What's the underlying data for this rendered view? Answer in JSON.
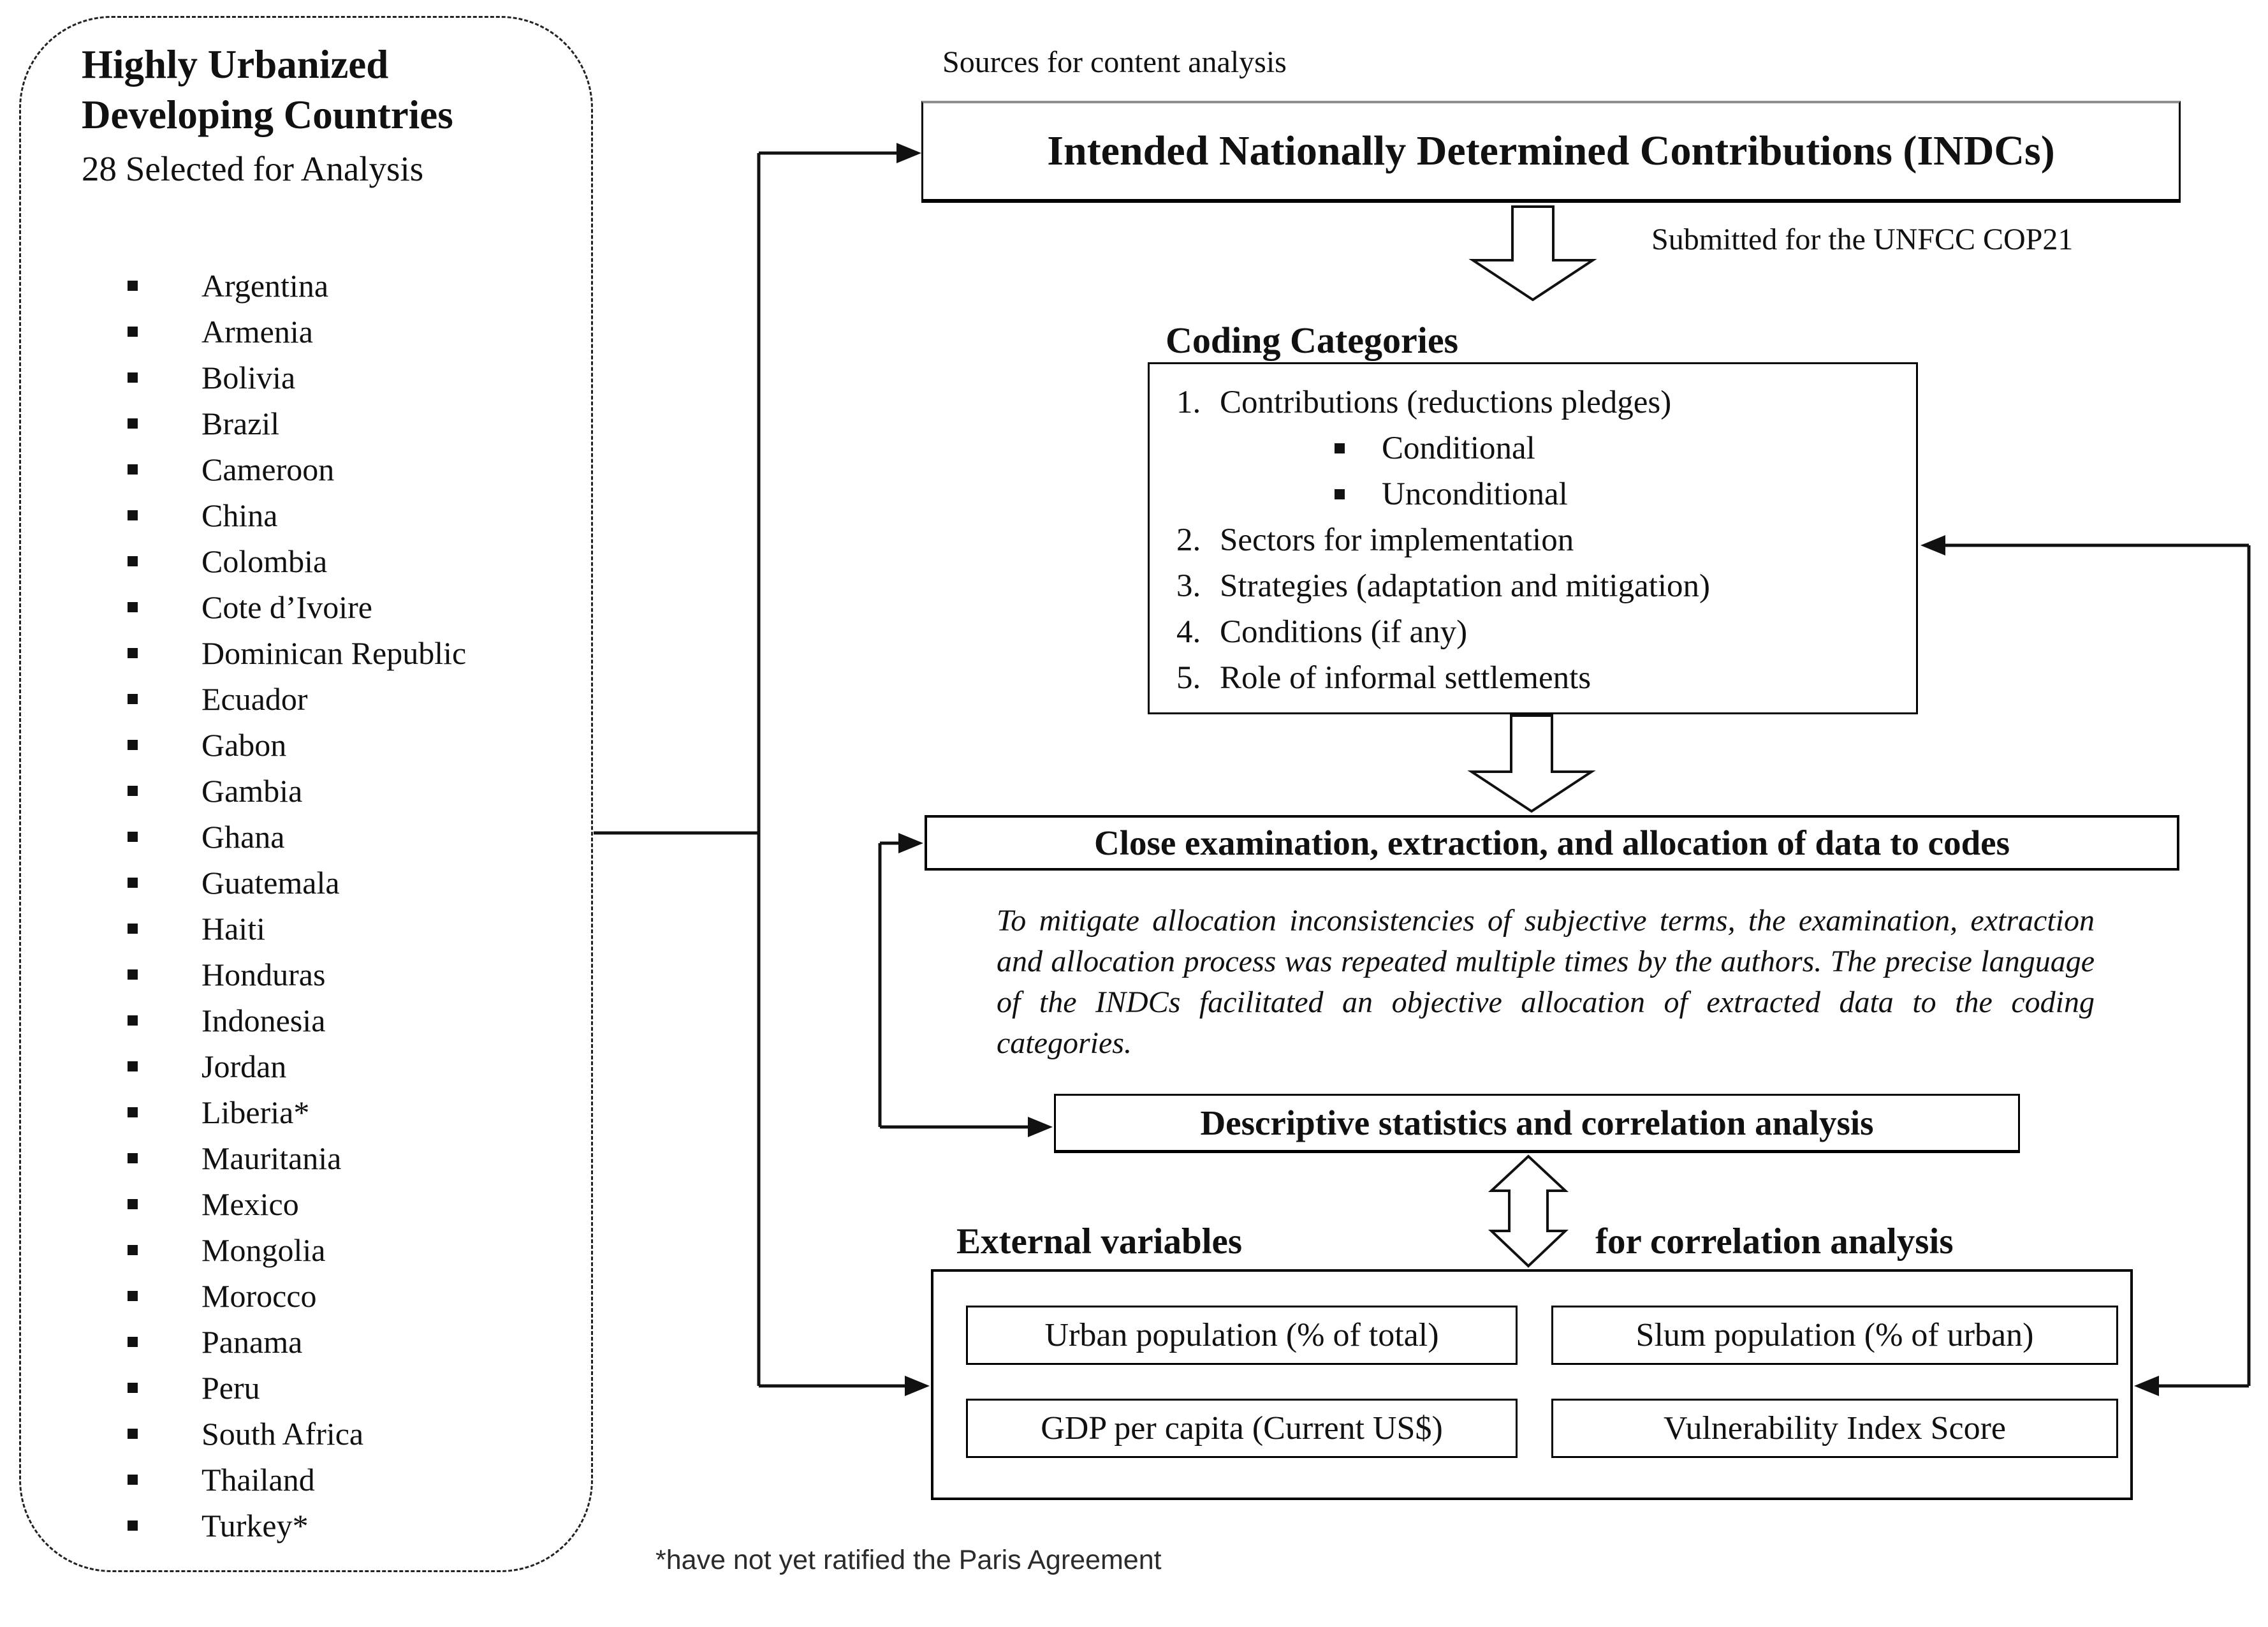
{
  "left_panel": {
    "title": "Highly Urbanized Developing Countries",
    "subtitle": "28 Selected for Analysis",
    "countries": [
      "Argentina",
      "Armenia",
      "Bolivia",
      "Brazil",
      "Cameroon",
      "China",
      "Colombia",
      "Cote d’Ivoire",
      "Dominican Republic",
      "Ecuador",
      "Gabon",
      "Gambia",
      "Ghana",
      "Guatemala",
      "Haiti",
      "Honduras",
      "Indonesia",
      "Jordan",
      "Liberia*",
      "Mauritania",
      "Mexico",
      "Mongolia",
      "Morocco",
      "Panama",
      "Peru",
      "South Africa",
      "Thailand",
      "Turkey*"
    ]
  },
  "labels": {
    "sources": "Sources for content analysis",
    "submitted": "Submitted for the UNFCC COP21",
    "external": "External variables",
    "correlation": "for correlation analysis",
    "footnote": "*have not yet ratified the Paris Agreement"
  },
  "indc_box": "Intended Nationally Determined Contributions (INDCs)",
  "coding": {
    "heading": "Coding Categories",
    "items": [
      {
        "marker": "1.",
        "text": "Contributions (reductions pledges)",
        "indent": false
      },
      {
        "marker": "▪",
        "text": "Conditional",
        "indent": true
      },
      {
        "marker": "▪",
        "text": "Unconditional",
        "indent": true
      },
      {
        "marker": "2.",
        "text": "Sectors for implementation",
        "indent": false
      },
      {
        "marker": "3.",
        "text": "Strategies (adaptation and mitigation)",
        "indent": false
      },
      {
        "marker": "4.",
        "text": "Conditions (if any)",
        "indent": false
      },
      {
        "marker": "5.",
        "text": "Role of informal settlements",
        "indent": false
      }
    ]
  },
  "close_box": "Close examination, extraction, and allocation of data to codes",
  "note_paragraph": "To mitigate allocation inconsistencies of subjective terms, the examination, extraction and allocation process was repeated multiple times by the authors. The precise language of the INDCs facilitated an objective allocation of extracted data to the coding categories.",
  "descriptive_box": "Descriptive statistics and correlation analysis",
  "variables": {
    "urban": "Urban population (% of total)",
    "slum": "Slum population (% of urban)",
    "gdp": "GDP per capita (Current US$)",
    "vulnerability": "Vulnerability Index Score"
  },
  "colors": {
    "ink": "#111111",
    "box_shadow_gray": "#8f8f8f",
    "background": "#ffffff"
  }
}
